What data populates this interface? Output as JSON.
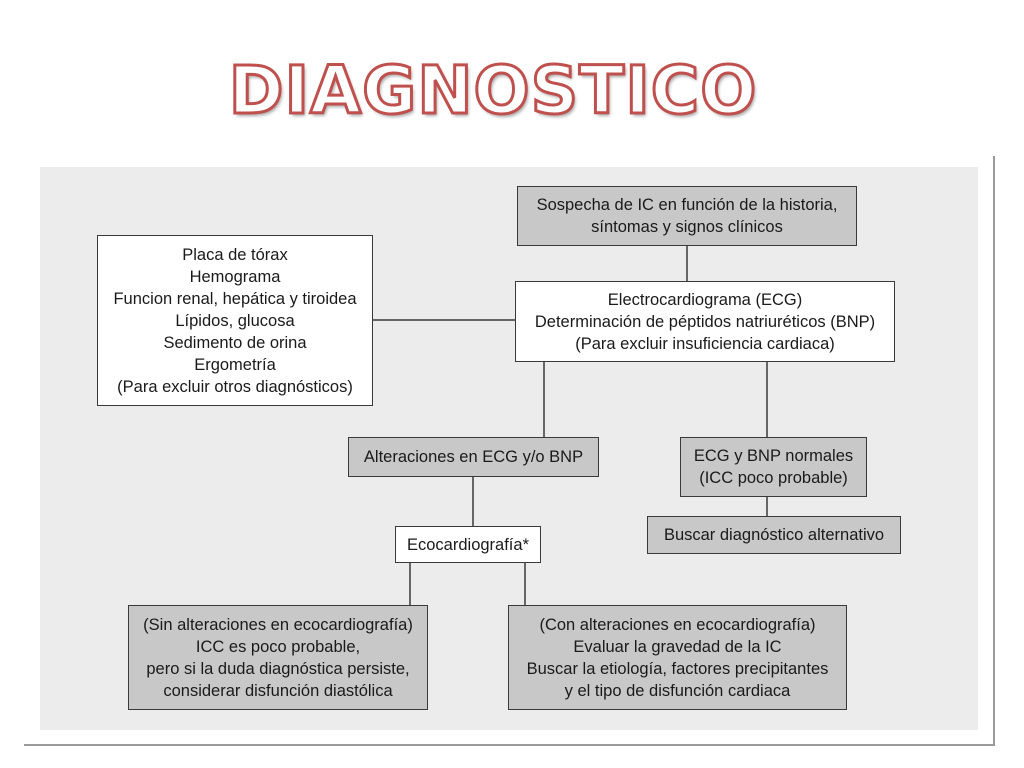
{
  "title": "DIAGNOSTICO",
  "colors": {
    "title_outline": "#c0504d",
    "panel": "#ececec",
    "gray_box": "#c8c8c8",
    "white_box": "#ffffff"
  },
  "boxes": {
    "sospecha": {
      "style": "gray",
      "lines": [
        "Sospecha de IC en función de la historia,",
        "síntomas y signos clínicos"
      ]
    },
    "pruebas": {
      "style": "white",
      "lines": [
        "Placa de tórax",
        "Hemograma",
        "Funcion renal, hepática y tiroidea",
        "Lípidos, glucosa",
        "Sedimento de orina",
        "Ergometría",
        "(Para excluir otros diagnósticos)"
      ]
    },
    "ecg_bnp": {
      "style": "white",
      "lines": [
        "Electrocardiograma (ECG)",
        "Determinación de péptidos natriuréticos (BNP)",
        "(Para excluir insuficiencia cardiaca)"
      ]
    },
    "alteraciones": {
      "style": "gray",
      "lines": [
        "Alteraciones en ECG y/o BNP"
      ]
    },
    "normales": {
      "style": "gray",
      "lines": [
        "ECG y BNP normales",
        "(ICC poco probable)"
      ]
    },
    "alternativo": {
      "style": "gray",
      "lines": [
        "Buscar diagnóstico alternativo"
      ]
    },
    "eco": {
      "style": "white",
      "lines": [
        "Ecocardiografía*"
      ]
    },
    "sin_alt": {
      "style": "gray",
      "lines": [
        "(Sin alteraciones en ecocardiografía)",
        "ICC es poco probable,",
        "pero si la duda diagnóstica persiste,",
        "considerar disfunción diastólica"
      ]
    },
    "con_alt": {
      "style": "gray",
      "lines": [
        "(Con alteraciones en ecocardiografía)",
        "Evaluar la gravedad de la IC",
        "Buscar la etiología, factores precipitantes",
        "y el tipo de disfunción cardiaca"
      ]
    }
  },
  "edges": [
    {
      "from": "sospecha",
      "to": "ecg_bnp"
    },
    {
      "from": "pruebas",
      "to": "ecg_bnp"
    },
    {
      "from": "ecg_bnp",
      "to": "alteraciones"
    },
    {
      "from": "ecg_bnp",
      "to": "normales"
    },
    {
      "from": "normales",
      "to": "alternativo"
    },
    {
      "from": "alteraciones",
      "to": "eco"
    },
    {
      "from": "eco",
      "to": "sin_alt"
    },
    {
      "from": "eco",
      "to": "con_alt"
    }
  ]
}
